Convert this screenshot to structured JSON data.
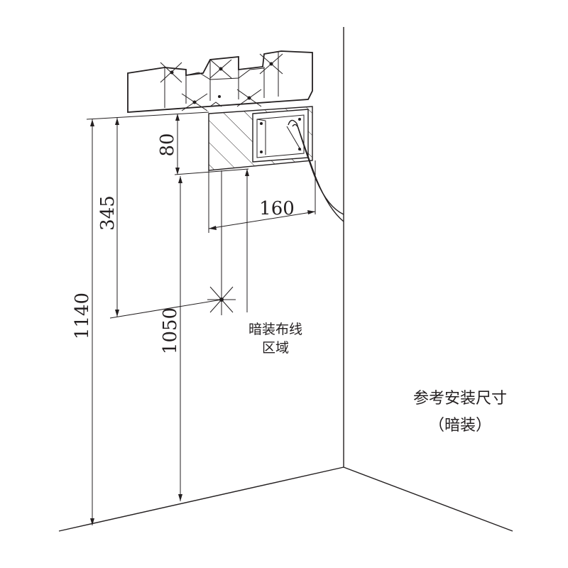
{
  "dimensions": {
    "d80": "80",
    "d345": "345",
    "d160": "160",
    "d1140": "1140",
    "d1050": "1050"
  },
  "labels": {
    "wiring_area_line1": "暗装布线",
    "wiring_area_line2": "区域",
    "reference_title": "参考安装尺寸",
    "reference_subtitle": "（暗装）"
  }
}
